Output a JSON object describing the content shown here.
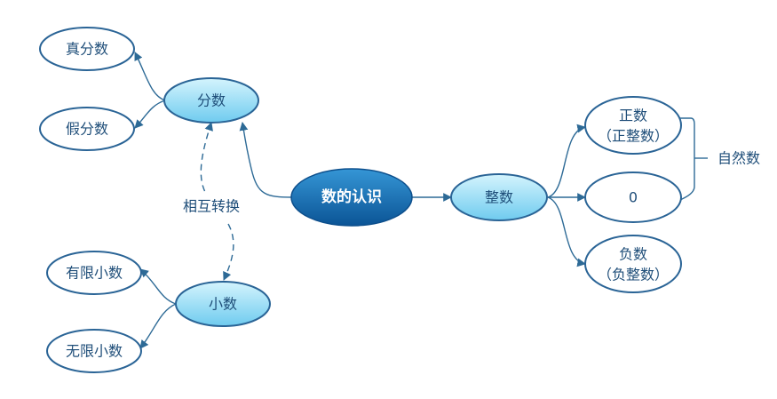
{
  "diagram": {
    "center": "数的认识",
    "fraction": "分数",
    "proper_fraction": "真分数",
    "improper_fraction": "假分数",
    "decimal": "小数",
    "finite_decimal": "有限小数",
    "infinite_decimal": "无限小数",
    "conversion": "相互转换",
    "integer": "整数",
    "positive_line1": "正数",
    "positive_line2": "（正整数）",
    "zero": "0",
    "negative_line1": "负数",
    "negative_line2": "（负整数）",
    "natural_numbers": "自然数"
  },
  "colors": {
    "stroke": "#2a6496",
    "line": "#2d6a96",
    "text": "#1f4e79",
    "bubble_light": "#b9ecfb",
    "bubble_mid": "#7fd4f3",
    "center_light": "#2f8fd0",
    "center_dark": "#0f5fa3"
  }
}
